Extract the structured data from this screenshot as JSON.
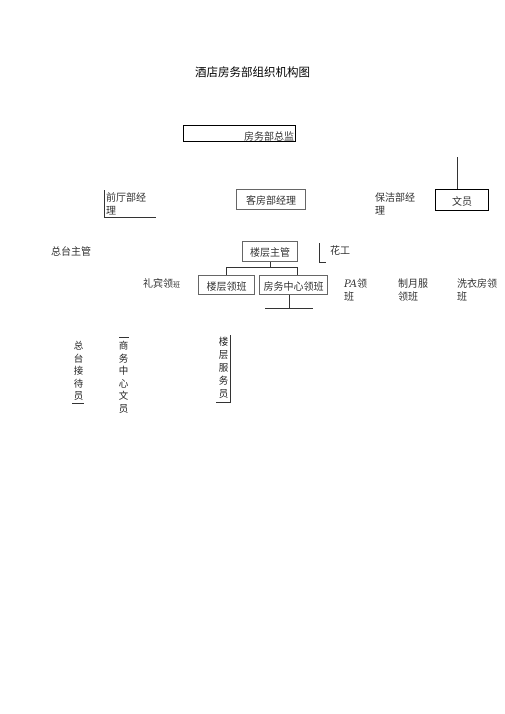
{
  "title": "酒店房务部组织机构图",
  "nodes": {
    "director": "房务部总监",
    "front_office_manager": "前厅部经理",
    "housekeeping_manager": "客房部经理",
    "cleaning_manager": "保洁部经理",
    "clerk": "文员",
    "front_desk_supervisor": "总台主管",
    "floor_supervisor": "楼层主管",
    "florist": "花工",
    "concierge_captain": "礼宾领",
    "concierge_captain_suffix": "班",
    "floor_captain": "楼层领班",
    "center_captain": "房务中心领班",
    "pa_captain_prefix": "PA",
    "pa_captain_rest": "领班",
    "uniform_captain": "制月服领班",
    "laundry_captain": "洗衣房领班",
    "front_desk_receptionist": "总台接待员",
    "business_center_clerk": "商务中心文员",
    "floor_attendant": "楼层服务员"
  }
}
